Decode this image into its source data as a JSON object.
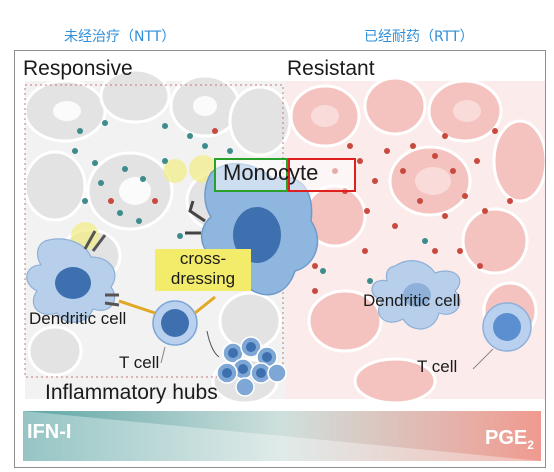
{
  "header": {
    "left_label": "未经治疗（NTT）",
    "right_label": "已经耐药（RTT）"
  },
  "panels": {
    "left_title": "Responsive",
    "right_title": "Resistant"
  },
  "labels": {
    "monocyte_part1": "Mono",
    "monocyte_part2": "cyte",
    "cross_dressing_line1": "cross-",
    "cross_dressing_line2": "dressing",
    "dendritic_left": "Dendritic cell",
    "t_cell_left": "T cell",
    "dendritic_right": "Dendritic cell",
    "t_cell_right": "T cell",
    "inflammatory_hubs": "Inflammatory hubs",
    "gradient_left": "IFN-I",
    "gradient_right_main": "PGE",
    "gradient_right_sub": "2"
  },
  "colors": {
    "header_text": "#2f8fd8",
    "responsive_cells": "#e6e6e6",
    "resistant_cells": "#f5c4c0",
    "immune_blue": "#8fb6de",
    "t_cell_blue": "#5c8fcf",
    "green_box": "#2aa12a",
    "red_box": "#e01f1f",
    "cross_dressing_bg": "#f3ec6a",
    "gradient_teal": "#5ea6a6",
    "gradient_salmon": "#f09a8f"
  }
}
